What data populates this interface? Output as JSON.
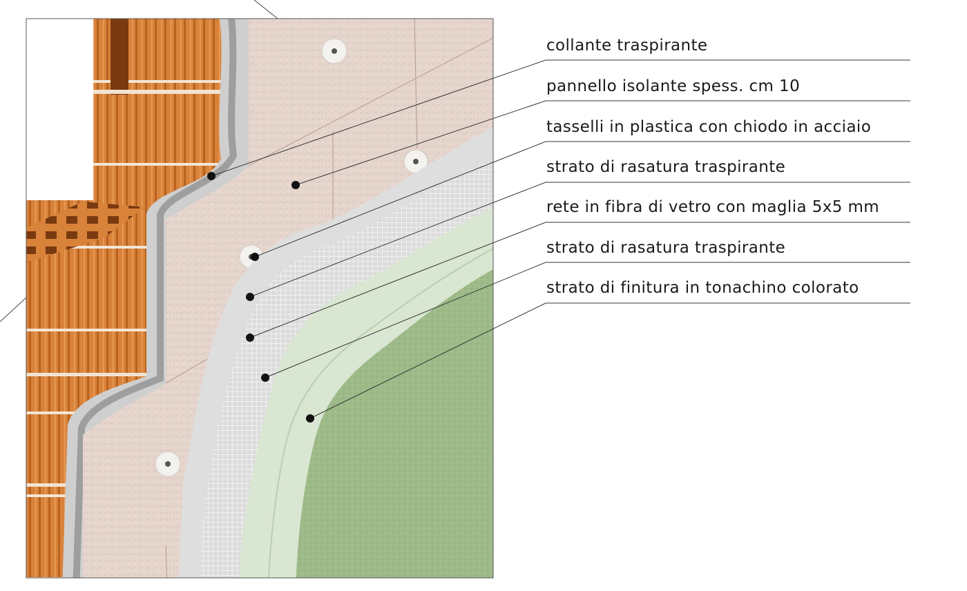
{
  "diagram": {
    "layers": [
      {
        "id": "collante",
        "label": "collante traspirante",
        "color": "#c9c9c9"
      },
      {
        "id": "pannello",
        "label": "pannello isolante spess. cm 10",
        "color": "#e2d2c8"
      },
      {
        "id": "tasselli",
        "label": "tasselli in plastica con chiodo in acciaio",
        "color": "#f4f2ee"
      },
      {
        "id": "rasatura1",
        "label": "strato di rasatura traspirante",
        "color": "#d9d9d9"
      },
      {
        "id": "rete",
        "label": "rete in fibra di vetro con maglia 5x5 mm",
        "color": "#cfcfcf"
      },
      {
        "id": "rasatura2",
        "label": "strato di rasatura traspirante",
        "color": "#cde0c6"
      },
      {
        "id": "finitura",
        "label": "strato di finitura in tonachino colorato",
        "color": "#9fbd8a"
      }
    ],
    "colors": {
      "brick": "#d9823a",
      "brick_dark": "#a8571c",
      "mortar": "#f1e4d2",
      "leader": "#333333"
    }
  }
}
